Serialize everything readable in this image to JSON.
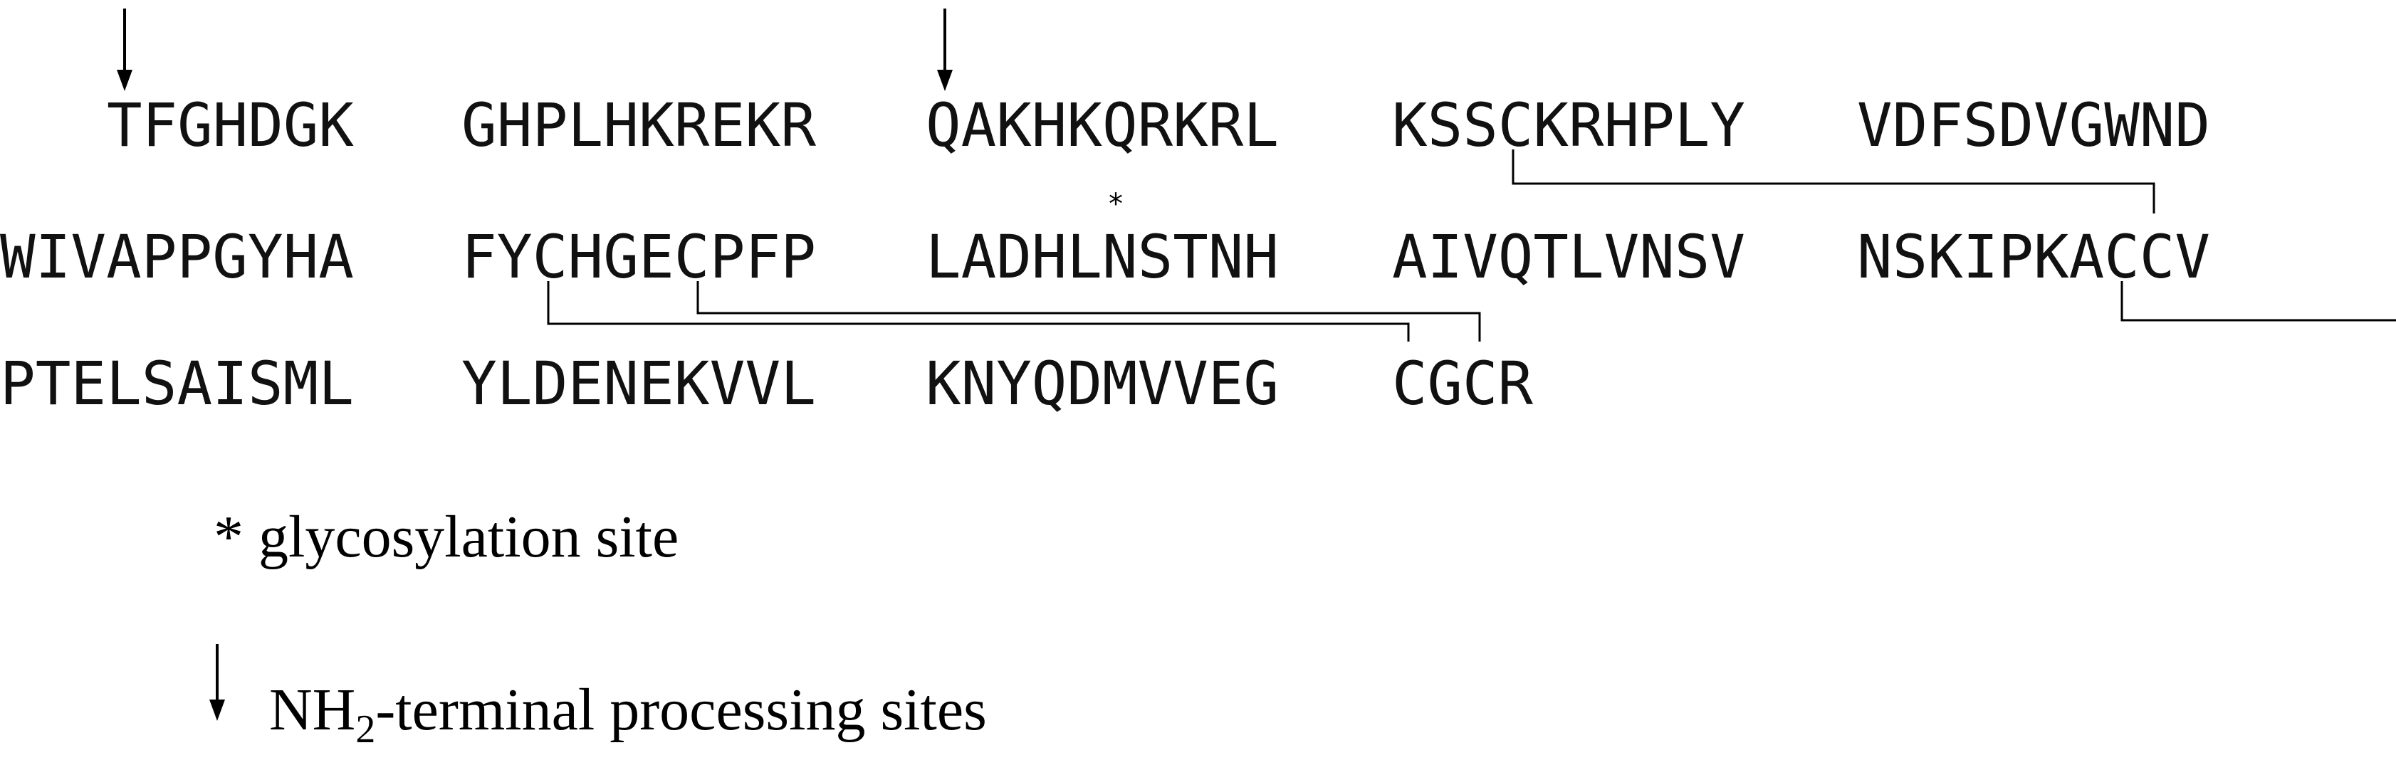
{
  "sequence": {
    "rows": [
      [
        "TFGHDGK",
        "GHPLHKREKR",
        "QAKHKQRKRL",
        "KSSCKRHPLY",
        "VDFSDVGWND"
      ],
      [
        "WIVAPPGYHA",
        "FYCHGECPFP",
        "LADHLNSTNH",
        "AIVQTLVNSV",
        "NSKIPKACCV"
      ],
      [
        "PTELSAISML",
        "YLDENEKVVL",
        "KNYQDMVVEG",
        "CGCR"
      ]
    ],
    "glycosylation_marker": "*",
    "arrow_marker": "↓"
  },
  "legend": {
    "glycosylation": "* glycosylation site",
    "processing_prefix": "NH",
    "processing_subscript": "2",
    "processing_suffix": "-terminal processing sites"
  }
}
